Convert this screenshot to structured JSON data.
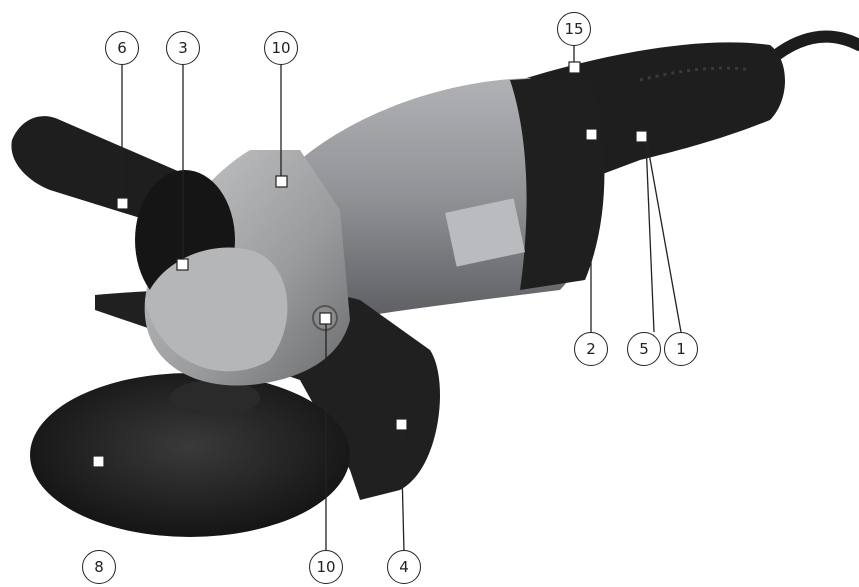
{
  "callouts": {
    "c6": "6",
    "c3": "3",
    "c10_top": "10",
    "c15": "15",
    "c2": "2",
    "c5": "5",
    "c1": "1",
    "c8": "8",
    "c10_bottom": "10",
    "c4": "4"
  },
  "colors": {
    "body_gray": "#8f9194",
    "dark": "#1c1c1c",
    "casting": "#a9aaac",
    "disc": "#1a1a1a"
  }
}
